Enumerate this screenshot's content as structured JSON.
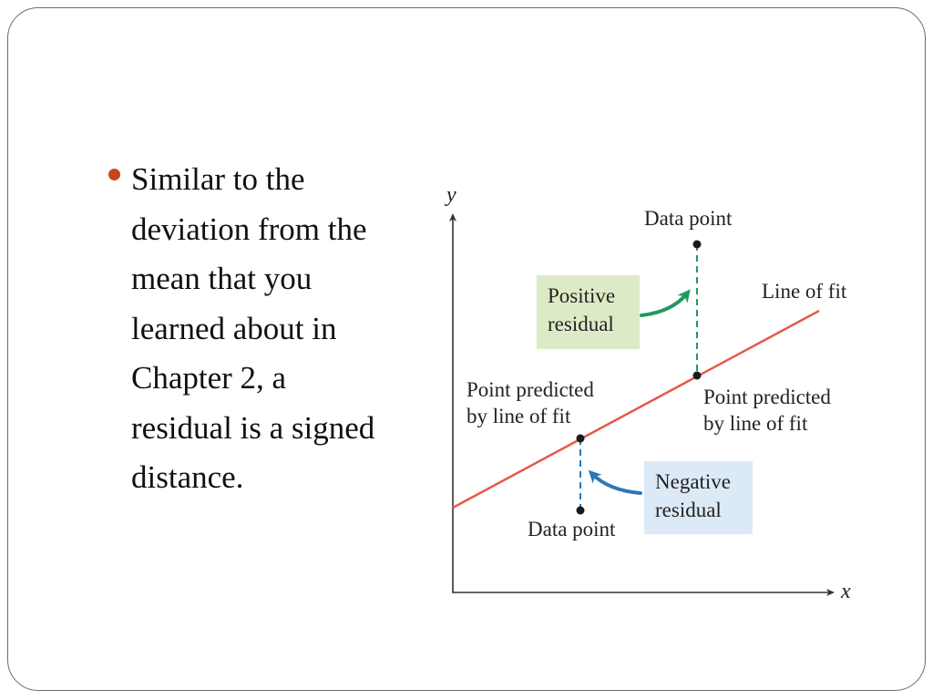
{
  "bullet": {
    "lines": [
      "Similar to the",
      "deviation from the",
      "mean that you",
      "learned about in",
      "Chapter 2, a",
      "residual is a signed",
      "distance."
    ]
  },
  "diagram": {
    "axis_x_label": "x",
    "axis_y_label": "y",
    "line_label": "Line of fit",
    "data_point_top": "Data point",
    "data_point_bottom": "Data point",
    "predicted_right": [
      "Point predicted",
      "by line of fit"
    ],
    "predicted_left": [
      "Point predicted",
      "by line of fit"
    ],
    "positive_box": [
      "Positive",
      "residual"
    ],
    "negative_box": [
      "Negative",
      "residual"
    ],
    "colors": {
      "line_of_fit": "#e8584a",
      "positive_box": "#dcebc6",
      "positive_residual": "#1f9a5b",
      "negative_box": "#dce9f6",
      "negative_residual": "#2b78b8",
      "bullet": "#c8471a"
    }
  }
}
